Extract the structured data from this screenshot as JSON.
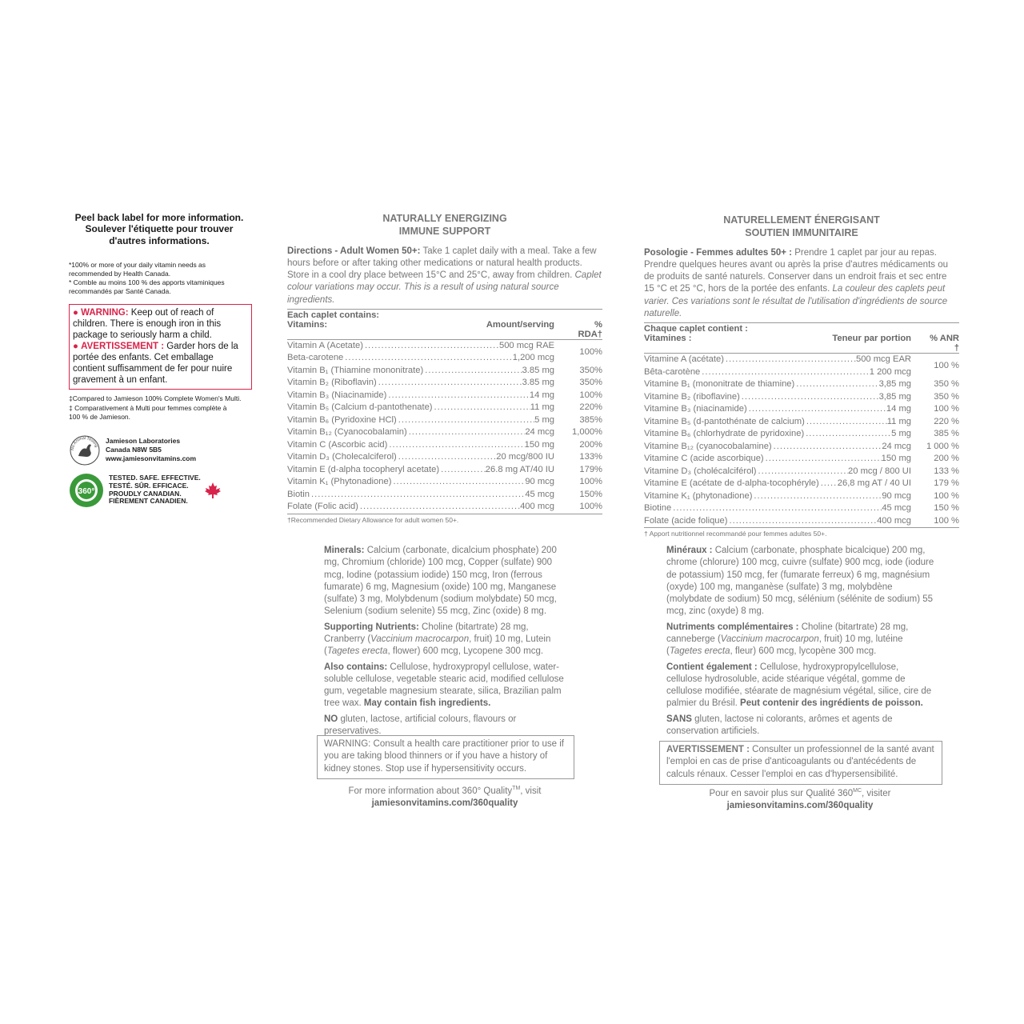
{
  "left": {
    "peel_en": "Peel back label for more information.",
    "peel_fr1": "Soulever l'étiquette pour trouver",
    "peel_fr2": "d'autres informations.",
    "note_en1": "*100% or more of your daily vitamin needs as",
    "note_en2": "recommended by Health Canada.",
    "note_fr1": "* Comble au moins 100 % des apports vitaminiques",
    "note_fr2": "recommandés par Santé Canada.",
    "warning_label": "WARNING:",
    "warning_text": "Keep out of reach of children. There is enough iron in this package to seriously harm a child.",
    "avert_label": "AVERTISSEMENT :",
    "avert_text": "Garder hors de la portée des enfants. Cet emballage contient suffisamment de fer pour nuire gravement à un enfant.",
    "compare_en": "‡Compared to Jamieson 100% Complete Women's Multi.",
    "compare_fr1": "‡ Comparativement à Multi pour femmes complète à",
    "compare_fr2": "100 % de Jamieson.",
    "lab_name": "Jamieson Laboratories",
    "lab_addr": "Canada  N8W 5B5",
    "lab_url": "www.jamiesonvitamins.com",
    "q1": "TESTED. SAFE. EFFECTIVE.",
    "q2": "TESTÉ. SÛR. EFFICACE.",
    "q3": "PROUDLY CANADIAN.",
    "q4": "FIÈREMENT CANADIEN.",
    "badge": "360°",
    "seal_text": "No Animal Testing"
  },
  "en": {
    "title1": "NATURALLY ENERGIZING",
    "title2": "IMMUNE SUPPORT",
    "dir_label": "Directions - Adult Women 50+:",
    "dir_text": " Take 1 caplet daily with a meal. Take a few hours before or after taking other medications or natural health products. Store in a cool dry place between 15°C and 25°C, away from children. ",
    "dir_italic": "Caplet colour variations may occur. This is a result of using natural source ingredients.",
    "each": "Each caplet contains:",
    "col_vit": "Vitamins:",
    "col_amt": "Amount/serving",
    "col_pct": "% RDA†",
    "rows": [
      {
        "name": "Vitamin A (Acetate)",
        "amt": "500 mcg RAE",
        "pct": ""
      },
      {
        "name": "Beta-carotene",
        "amt": "1,200 mcg",
        "pct": ""
      },
      {
        "name": "Vitamin B₁ (Thiamine mononitrate)",
        "amt": "3.85 mg",
        "pct": "350%"
      },
      {
        "name": "Vitamin B₂ (Riboflavin)",
        "amt": "3.85 mg",
        "pct": "350%"
      },
      {
        "name": "Vitamin B₃ (Niacinamide)",
        "amt": "14 mg",
        "pct": "100%"
      },
      {
        "name": "Vitamin B₅ (Calcium d-pantothenate)",
        "amt": "11 mg",
        "pct": "220%"
      },
      {
        "name": "Vitamin B₆ (Pyridoxine HCl)",
        "amt": "5 mg",
        "pct": "385%"
      },
      {
        "name": "Vitamin B₁₂ (Cyanocobalamin)",
        "amt": "24 mcg",
        "pct": "1,000%"
      },
      {
        "name": "Vitamin C (Ascorbic acid)",
        "amt": "150 mg",
        "pct": "200%"
      },
      {
        "name": "Vitamin D₃ (Cholecalciferol)",
        "amt": "20 mcg/800 IU",
        "pct": "133%"
      },
      {
        "name": "Vitamin E (d-alpha tocopheryl acetate)",
        "amt": "26.8 mg AT/40 IU",
        "pct": "179%"
      },
      {
        "name": "Vitamin K₁ (Phytonadione)",
        "amt": "90 mcg",
        "pct": "100%"
      },
      {
        "name": "Biotin",
        "amt": "45 mcg",
        "pct": "150%"
      },
      {
        "name": "Folate (Folic acid)",
        "amt": "400 mcg",
        "pct": "100%"
      }
    ],
    "merged_pct": "100%",
    "footnote": "†Recommended Dietary Allowance for adult women 50+.",
    "min_label": "Minerals:",
    "min_text": " Calcium (carbonate, dicalcium phosphate) 200 mg, Chromium (chloride) 100 mcg, Copper (sulfate) 900 mcg, Iodine (potassium iodide) 150 mcg, Iron (ferrous fumarate) 6 mg, Magnesium (oxide) 100 mg, Manganese (sulfate) 3 mg, Molybdenum (sodium molybdate) 50 mcg, Selenium (sodium selenite) 55 mcg, Zinc (oxide) 8 mg.",
    "sup_label": "Supporting Nutrients:",
    "sup_text1": " Choline (bitartrate) 28 mg, Cranberry (",
    "sup_it1": "Vaccinium macrocarpon",
    "sup_text2": ", fruit) 10 mg, Lutein (",
    "sup_it2": "Tagetes erecta",
    "sup_text3": ", flower) 600 mcg, Lycopene 300 mcg.",
    "also_label": "Also contains:",
    "also_text": " Cellulose, hydroxypropyl cellulose, water-soluble cellulose, vegetable stearic acid, modified cellulose gum, vegetable magnesium stearate, silica, Brazilian palm tree wax. ",
    "also_bold": "May contain fish ingredients.",
    "no_label": "NO",
    "no_text": " gluten, lactose, artificial colours, flavours or preservatives.",
    "warn_text": "WARNING: Consult a health care practitioner prior to use if you are taking blood thinners or if you have a history of kidney stones. Stop use if hypersensitivity occurs.",
    "more1": "For more information about 360° Quality",
    "more_tm": "TM",
    "more1b": ", visit",
    "more2": "jamiesonvitamins.com/360quality"
  },
  "fr": {
    "title1": "NATURELLEMENT ÉNERGISANT",
    "title2": "SOUTIEN IMMUNITAIRE",
    "dir_label": "Posologie - Femmes adultes 50+ :",
    "dir_text": " Prendre 1 caplet par jour au repas. Prendre quelques heures avant ou après la prise d'autres médicaments ou de produits de santé naturels. Conserver dans un endroit frais et sec entre 15 °C et 25 °C, hors de la portée des enfants. ",
    "dir_italic": "La couleur des caplets peut varier. Ces variations sont le résultat de l'utilisation d'ingrédients de source naturelle.",
    "each": "Chaque caplet contient :",
    "col_vit": "Vitamines :",
    "col_amt": "Teneur par portion",
    "col_pct": "% ANR †",
    "rows": [
      {
        "name": "Vitamine A (acétate)",
        "amt": "500 mcg EAR",
        "pct": ""
      },
      {
        "name": "Bêta-carotène",
        "amt": "1 200 mcg",
        "pct": ""
      },
      {
        "name": "Vitamine B₁ (mononitrate de thiamine)",
        "amt": "3,85 mg",
        "pct": "350 %"
      },
      {
        "name": "Vitamine B₂ (riboflavine)",
        "amt": "3,85 mg",
        "pct": "350 %"
      },
      {
        "name": "Vitamine B₃ (niacinamide)",
        "amt": "14 mg",
        "pct": "100 %"
      },
      {
        "name": "Vitamine B₅ (d-pantothénate de calcium)",
        "amt": "11 mg",
        "pct": "220 %"
      },
      {
        "name": "Vitamine B₆ (chlorhydrate de pyridoxine)",
        "amt": "5 mg",
        "pct": "385 %"
      },
      {
        "name": "Vitamine B₁₂ (cyanocobalamine)",
        "amt": "24 mcg",
        "pct": "1 000 %"
      },
      {
        "name": "Vitamine C (acide ascorbique)",
        "amt": "150 mg",
        "pct": "200 %"
      },
      {
        "name": "Vitamine D₃ (cholécalciférol)",
        "amt": "20 mcg / 800 UI",
        "pct": "133 %"
      },
      {
        "name": "Vitamine E (acétate de d-alpha-tocophéryle)",
        "amt": "26,8 mg AT / 40 UI",
        "pct": "179 %"
      },
      {
        "name": "Vitamine K₁ (phytonadione)",
        "amt": "90 mcg",
        "pct": "100 %"
      },
      {
        "name": "Biotine",
        "amt": "45 mcg",
        "pct": "150 %"
      },
      {
        "name": "Folate (acide folique)",
        "amt": "400 mcg",
        "pct": "100 %"
      }
    ],
    "merged_pct": "100 %",
    "footnote": "† Apport nutritionnel recommandé pour femmes adultes 50+.",
    "min_label": "Minéraux :",
    "min_text": " Calcium (carbonate, phosphate bicalcique) 200 mg, chrome (chlorure) 100 mcg, cuivre (sulfate) 900 mcg, iode (iodure de potassium) 150 mcg, fer (fumarate ferreux) 6 mg, magnésium (oxyde) 100 mg, manganèse (sulfate) 3 mg, molybdène (molybdate de sodium) 50 mcg, sélénium (sélénite de sodium) 55 mcg, zinc (oxyde) 8 mg.",
    "sup_label": "Nutriments complémentaires :",
    "sup_text1": " Choline (bitartrate) 28 mg, canneberge (",
    "sup_it1": "Vaccinium macrocarpon",
    "sup_text2": ", fruit) 10 mg, lutéine (",
    "sup_it2": "Tagetes erecta",
    "sup_text3": ", fleur) 600 mcg, lycopène 300 mcg.",
    "also_label": "Contient également :",
    "also_text": " Cellulose, hydroxypropylcellulose, cellulose hydrosoluble, acide stéarique végétal, gomme de cellulose modifiée, stéarate de magnésium végétal, silice, cire de palmier du Brésil. ",
    "also_bold": "Peut contenir des ingrédients de poisson.",
    "no_label": "SANS",
    "no_text": " gluten, lactose ni colorants, arômes et agents de conservation artificiels.",
    "warn_label": "AVERTISSEMENT :",
    "warn_text": " Consulter un professionnel de la santé avant l'emploi en cas de prise d'anticoagulants ou d'antécédents de calculs rénaux. Cesser l'emploi en cas d'hypersensibilité.",
    "more1": "Pour en savoir plus sur Qualité 360",
    "more_tm": "MC",
    "more1b": ", visiter",
    "more2": "jamiesonvitamins.com/360quality"
  },
  "colors": {
    "warning_red": "#d8234a",
    "badge_green": "#3a9a3a",
    "text_gray": "#777777"
  }
}
